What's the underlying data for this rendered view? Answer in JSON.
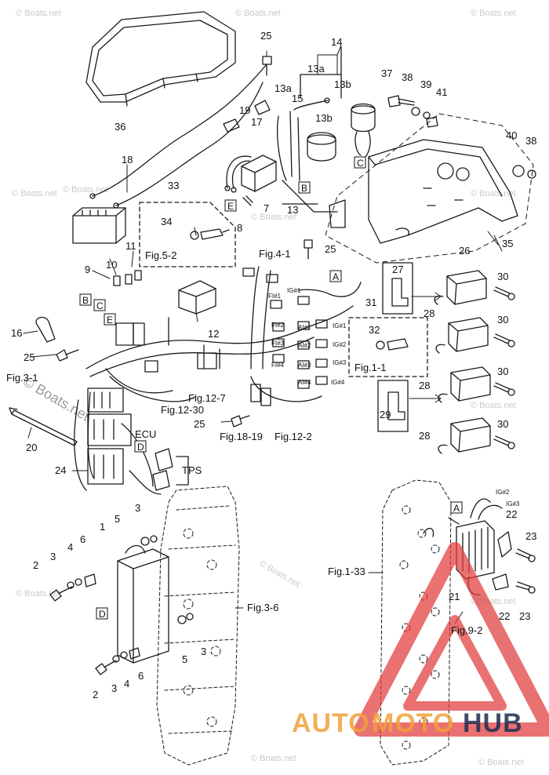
{
  "callouts": {
    "n1": "1",
    "n2a": "2",
    "n2b": "2",
    "n3a": "3",
    "n3b": "3",
    "n3c": "3",
    "n3d": "3",
    "n4a": "4",
    "n4b": "4",
    "n5a": "5",
    "n5b": "5",
    "n6a": "6",
    "n6b": "6",
    "n7": "7",
    "n8": "8",
    "n9": "9",
    "n10": "10",
    "n11": "11",
    "n12": "12",
    "n13": "13",
    "n13a1": "13a",
    "n13a2": "13a",
    "n13b1": "13b",
    "n13b2": "13b",
    "n14": "14",
    "n15": "15",
    "n16": "16",
    "n17": "17",
    "n18": "18",
    "n19": "19",
    "n20": "20",
    "n21": "21",
    "n22a": "22",
    "n22b": "22",
    "n23a": "23",
    "n23b": "23",
    "n24": "24",
    "n25a": "25",
    "n25b": "25",
    "n25c": "25",
    "n25d": "25",
    "n26": "26",
    "n27": "27",
    "n28a": "28",
    "n28b": "28",
    "n28c": "28",
    "n29": "29",
    "n30a": "30",
    "n30b": "30",
    "n30c": "30",
    "n30d": "30",
    "n31": "31",
    "n32": "32",
    "n33": "33",
    "n34": "34",
    "n35": "35",
    "n36": "36",
    "n37": "37",
    "n38a": "38",
    "n38b": "38",
    "n39": "39",
    "n40": "40",
    "n41": "41"
  },
  "box_letters": {
    "a1": "A",
    "a2": "A",
    "b1": "B",
    "b2": "B",
    "c1": "C",
    "c2": "C",
    "d1": "D",
    "d2": "D",
    "e1": "E",
    "e2": "E"
  },
  "fig_refs": {
    "f52": "Fig.5-2",
    "f41": "Fig.4-1",
    "f11": "Fig.1-1",
    "f31": "Fig.3-1",
    "f127": "Fig.12-7",
    "f1230": "Fig.12-30",
    "f1819": "Fig.18-19",
    "f122": "Fig.12-2",
    "f36": "Fig.3-6",
    "f133": "Fig.1-33",
    "f92": "Fig.9-2"
  },
  "small_labels": {
    "ig1": "IG#1",
    "ig2": "IG#2",
    "ig3": "IG#3",
    "ig4": "IG#4",
    "fi1": "FI#1",
    "fi2": "FI#2",
    "fi3": "FI#3",
    "fi4": "FI#4",
    "ai1": "AI#1",
    "ai2": "AI#2",
    "ai3": "AI#3",
    "ai4": "AI#4",
    "igr2": "IG#2",
    "igr3": "IG#3",
    "ecu": "ECU",
    "tps": "TPS"
  },
  "watermark": "© Boats.net",
  "brand": {
    "auto": "AUTO",
    "moto": "MOTO",
    "hub": "HUB"
  },
  "colors": {
    "line": "#1a1a1a",
    "accent": "#e23b3b",
    "brand_dark": "#1f2d50",
    "brand_orange": "#f0a13a"
  }
}
